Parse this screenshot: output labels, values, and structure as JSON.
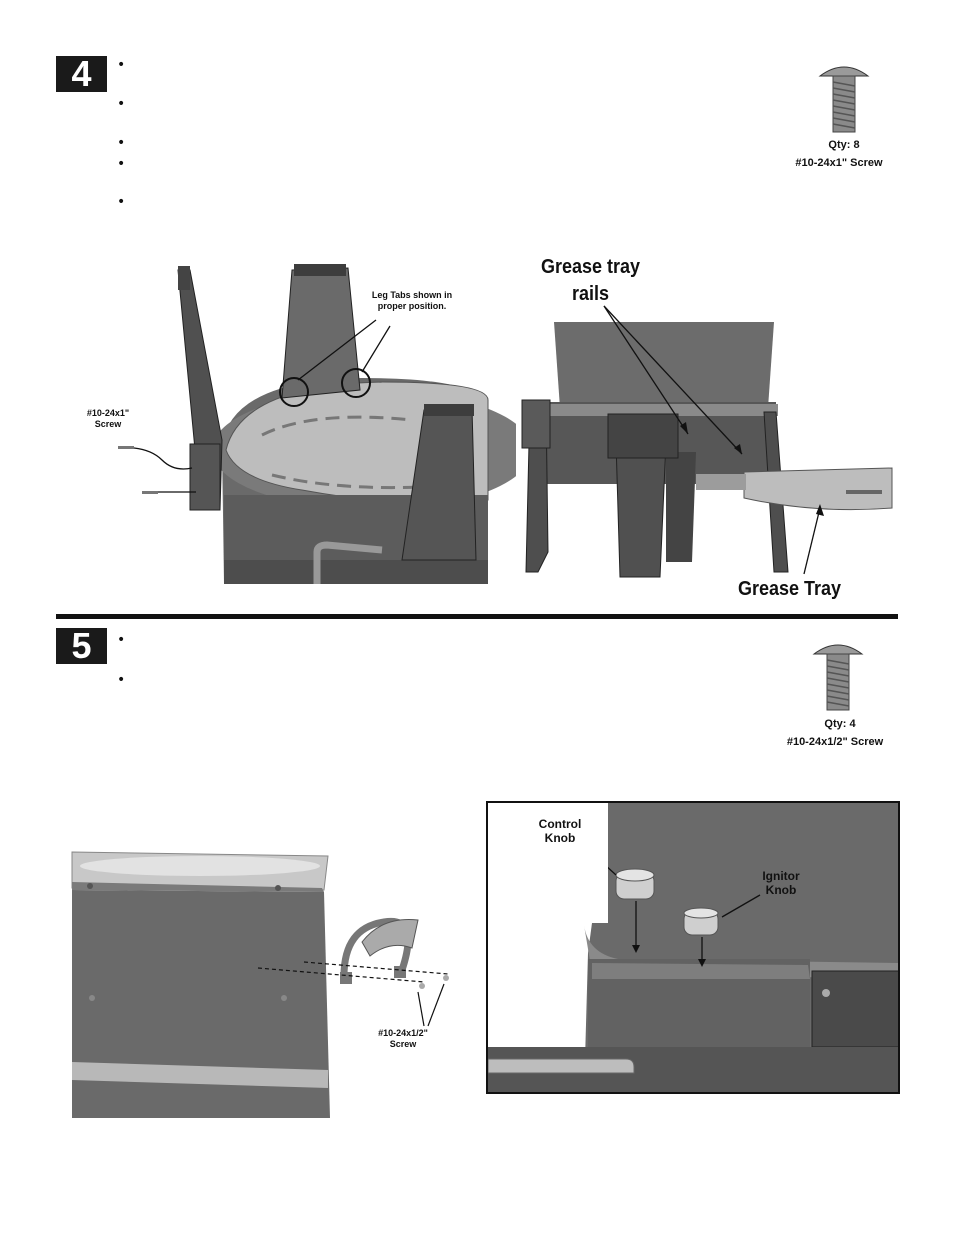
{
  "step4": {
    "number": "4",
    "bullets": [
      "•",
      "•",
      "•",
      "•",
      "•"
    ],
    "hardware": {
      "qty": "Qty: 8",
      "name": "#10-24x1\" Screw"
    },
    "callouts": {
      "leg_tabs": "Leg Tabs shown in proper position.",
      "screw": "#10-24x1\" Screw",
      "grease_tray_rails": "Grease tray rails",
      "grease_tray": "Grease Tray"
    }
  },
  "step5": {
    "number": "5",
    "bullets": [
      "•",
      "•"
    ],
    "hardware": {
      "qty": "Qty: 4",
      "name": "#10-24x1/2\" Screw"
    },
    "callouts": {
      "screw": "#10-24x1/2\" Screw",
      "control_knob": "Control Knob",
      "ignitor_knob": "Ignitor Knob"
    }
  },
  "colors": {
    "badge": "#1a1a1a",
    "metal_dark": "#5a5a5a",
    "metal_mid": "#8a8a8a",
    "metal_light": "#c8c8c8"
  }
}
